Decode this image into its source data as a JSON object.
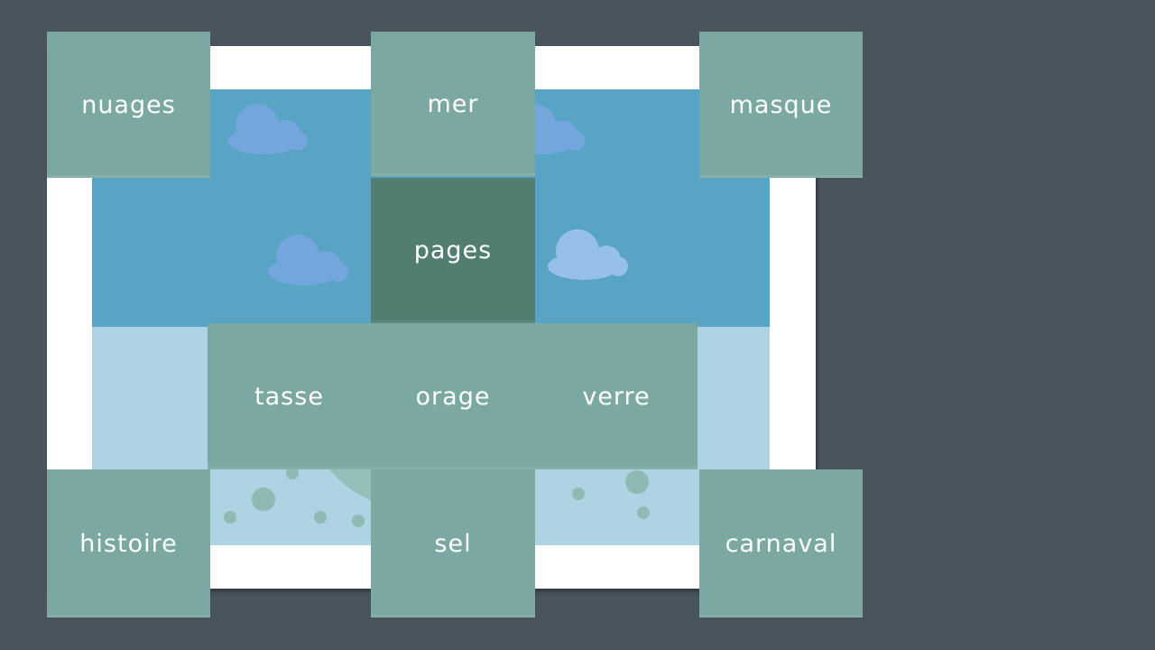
{
  "tiles": {
    "nuages": "nuages",
    "mer": "mer",
    "masque": "masque",
    "pages": "pages",
    "tasse": "tasse",
    "orage": "orage",
    "verre": "verre",
    "histoire": "histoire",
    "sel": "sel",
    "carnaval": "carnaval"
  },
  "colors": {
    "background": "#4a545e",
    "tile": "#7ba9a1",
    "tile_selected": "#527e72",
    "sky": "#58a4c4",
    "water": "#aed3e2"
  }
}
